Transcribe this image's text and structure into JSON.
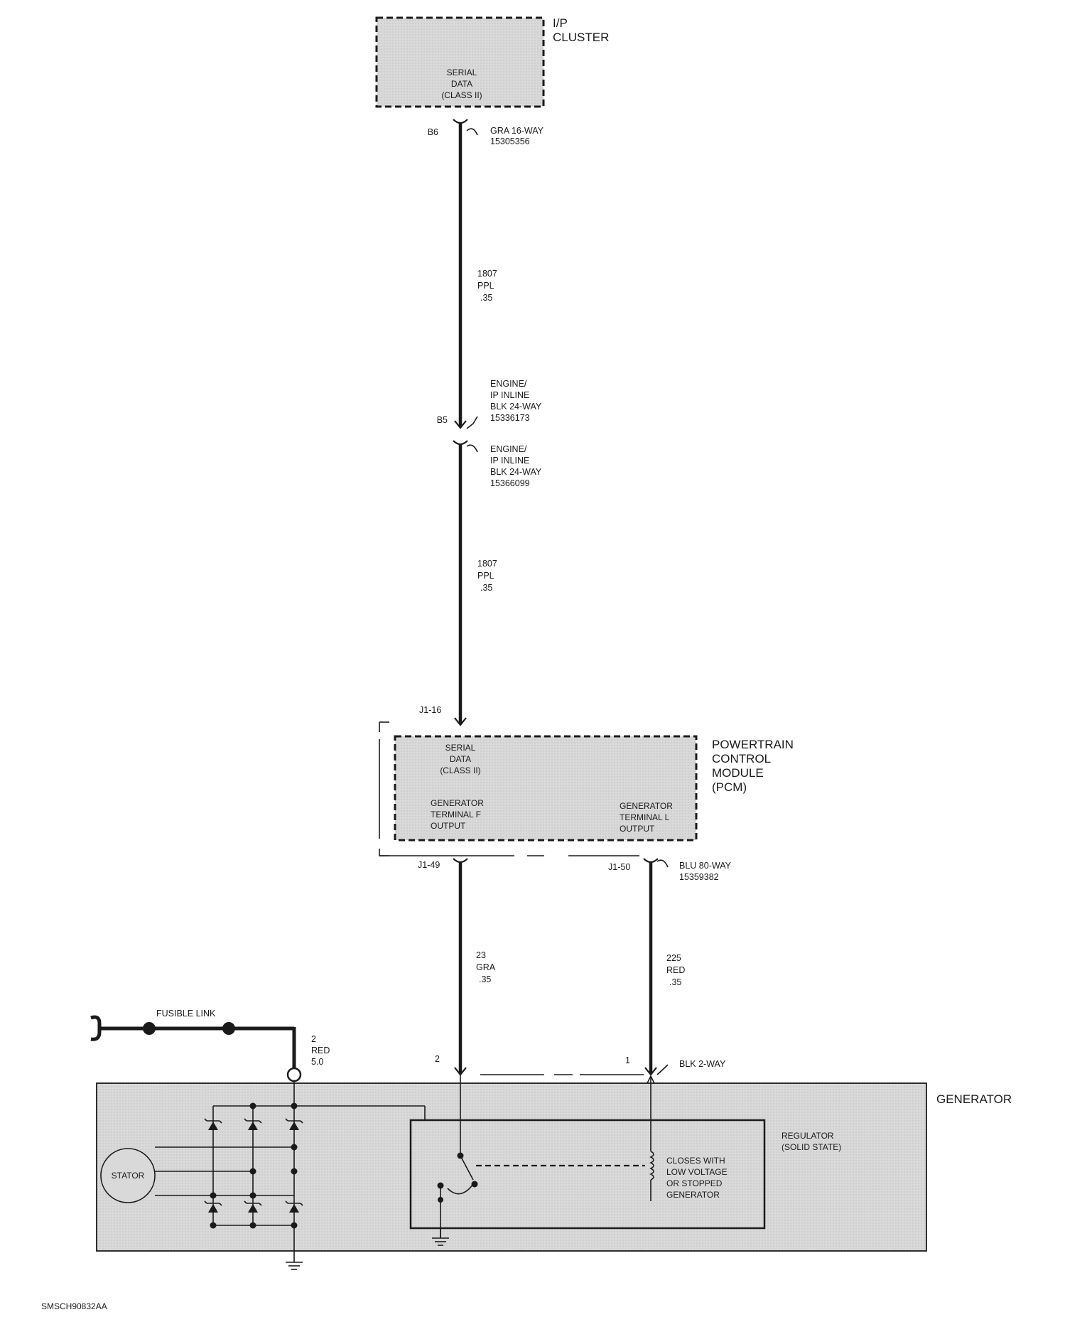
{
  "ip_cluster": {
    "title_line1": "I/P",
    "title_line2": "CLUSTER",
    "serial_line1": "SERIAL",
    "serial_line2": "DATA",
    "serial_line3": "(CLASS II)"
  },
  "connector_b6": {
    "pin": "B6",
    "line1": "GRA 16-WAY",
    "line2": "15305356"
  },
  "wire_1807_upper": {
    "line1": "1807",
    "line2": "PPL",
    "line3": ".35"
  },
  "connector_b5": {
    "pin": "B5",
    "line1": "ENGINE/",
    "line2": "IP INLINE",
    "line3": "BLK 24-WAY",
    "line4": "15336173"
  },
  "connector_inline_lower": {
    "line1": "ENGINE/",
    "line2": "IP INLINE",
    "line3": "BLK 24-WAY",
    "line4": "15366099"
  },
  "wire_1807_lower": {
    "line1": "1807",
    "line2": "PPL",
    "line3": ".35"
  },
  "pcm": {
    "pin_j1_16": "J1-16",
    "title_line1": "POWERTRAIN",
    "title_line2": "CONTROL",
    "title_line3": "MODULE",
    "title_line4": "(PCM)",
    "serial_line1": "SERIAL",
    "serial_line2": "DATA",
    "serial_line3": "(CLASS II)",
    "gen_f_line1": "GENERATOR",
    "gen_f_line2": "TERMINAL F",
    "gen_f_line3": "OUTPUT",
    "gen_l_line1": "GENERATOR",
    "gen_l_line2": "TERMINAL L",
    "gen_l_line3": "OUTPUT",
    "pin_j1_49": "J1-49",
    "pin_j1_50": "J1-50",
    "connector_line1": "BLU 80-WAY",
    "connector_line2": "15359382"
  },
  "wire_23": {
    "line1": "23",
    "line2": "GRA",
    "line3": ".35"
  },
  "wire_225": {
    "line1": "225",
    "line2": "RED",
    "line3": ".35"
  },
  "generator_connector": {
    "pin_2": "2",
    "pin_1": "1",
    "label": "BLK 2-WAY"
  },
  "fusible_link": {
    "label": "FUSIBLE LINK"
  },
  "wire_2": {
    "line1": "2",
    "line2": "RED",
    "line3": "5.0"
  },
  "generator": {
    "title": "GENERATOR",
    "stator": "STATOR",
    "regulator_line1": "REGULATOR",
    "regulator_line2": "(SOLID STATE)",
    "note_line1": "CLOSES WITH",
    "note_line2": "LOW VOLTAGE",
    "note_line3": "OR STOPPED",
    "note_line4": "GENERATOR"
  },
  "footer": {
    "figure_id": "SMSCH90832AA"
  },
  "colors": {
    "module_fill": "#d6d6d6",
    "line": "#1a1a1a",
    "background": "#ffffff"
  }
}
